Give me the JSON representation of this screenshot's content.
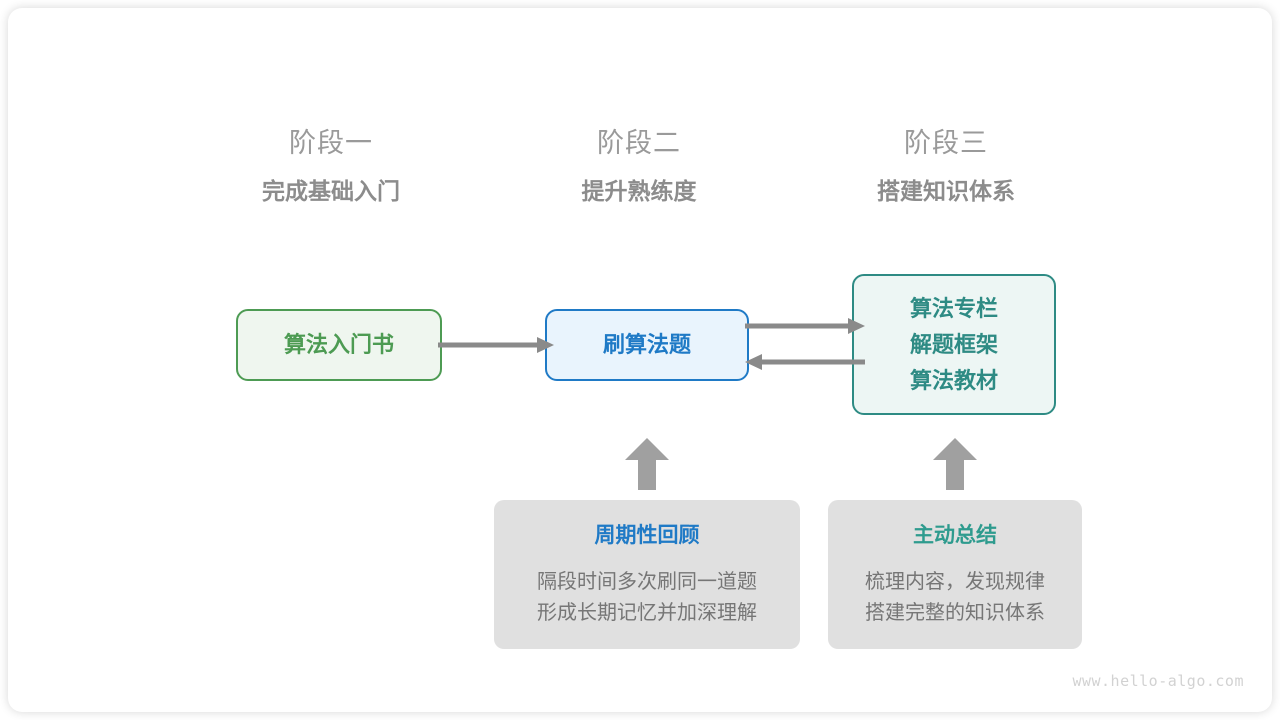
{
  "canvas": {
    "background": "#ffffff",
    "watermark": "www.hello-algo.com"
  },
  "colors": {
    "green": "#4d9b53",
    "blue": "#1f7ac6",
    "teal": "#2e8b84",
    "teal_title": "#2e9b8e",
    "gray_arrow": "#8a8a8a",
    "gray_block_arrow": "#a0a0a0",
    "gray_box": "#e0e0e0",
    "stage_num": "#9a9a9a",
    "stage_title": "#8c8c8c",
    "desc_text": "#767676",
    "watermark": "#d2d2d2"
  },
  "stages": [
    {
      "number": "阶段一",
      "title": "完成基础入门"
    },
    {
      "number": "阶段二",
      "title": "提升熟练度"
    },
    {
      "number": "阶段三",
      "title": "搭建知识体系"
    }
  ],
  "nodes": {
    "book": {
      "lines": [
        "算法入门书"
      ]
    },
    "practice": {
      "lines": [
        "刷算法题"
      ]
    },
    "resources": {
      "lines": [
        "算法专栏",
        "解题框架",
        "算法教材"
      ]
    }
  },
  "tips": {
    "review": {
      "title": "周期性回顾",
      "desc_lines": [
        "隔段时间多次刷同一道题",
        "形成长期记忆并加深理解"
      ]
    },
    "summary": {
      "title": "主动总结",
      "desc_lines": [
        "梳理内容，发现规律",
        "搭建完整的知识体系"
      ]
    }
  },
  "arrows": [
    {
      "name": "book-to-practice",
      "direction": "right"
    },
    {
      "name": "practice-to-resources",
      "direction": "right"
    },
    {
      "name": "resources-to-practice",
      "direction": "left"
    },
    {
      "name": "review-up",
      "direction": "up"
    },
    {
      "name": "summary-up",
      "direction": "up"
    }
  ]
}
